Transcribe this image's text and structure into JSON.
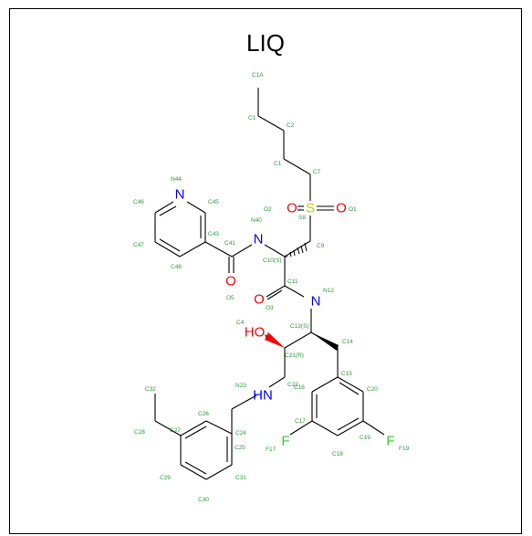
{
  "title": "LIQ",
  "colors": {
    "N": "#0000ff",
    "O": "#ff0000",
    "S": "#cccc00",
    "F": "#33cc33",
    "label": "#2d9a3a",
    "bond": "#000000"
  },
  "atom_symbols": {
    "N44": "N",
    "N40": "N",
    "N12": "N",
    "N23": "HN",
    "O2": "O",
    "O1": "O",
    "S8": "S",
    "O5": "O",
    "O3": "HO",
    "F17": "F",
    "F19": "F",
    "O_C11": "O"
  },
  "atom_labels": {
    "C1A": "C1A",
    "C1a": "C1",
    "C2": "C2",
    "C1b": "C1",
    "C7": "C7",
    "O2": "O2",
    "S8": "S8",
    "O1": "O1",
    "C9": "C9",
    "N44": "N44",
    "C45": "C45",
    "C46": "C46",
    "C47": "C47",
    "C48": "C48",
    "C43": "C43",
    "C41": "C41",
    "N40": "N40",
    "O5": "O5",
    "C10": "C10(S)",
    "C11": "C11",
    "N12": "N12",
    "O3": "O3",
    "C4": "C4",
    "C13": "C13(S)",
    "C14": "C14",
    "C21": "C21(R)",
    "N23": "N23",
    "C22": "C22",
    "C16": "C16",
    "C15": "C15",
    "C20": "C20",
    "C17": "C17",
    "F17": "F17",
    "C18": "C18",
    "C19": "C19",
    "F19": "F19",
    "C32": "C32",
    "C28": "C28",
    "C27": "C27",
    "C26": "C26",
    "C24": "C24",
    "C25": "C25",
    "C29": "C29",
    "C30": "C30",
    "C31": "C31"
  }
}
